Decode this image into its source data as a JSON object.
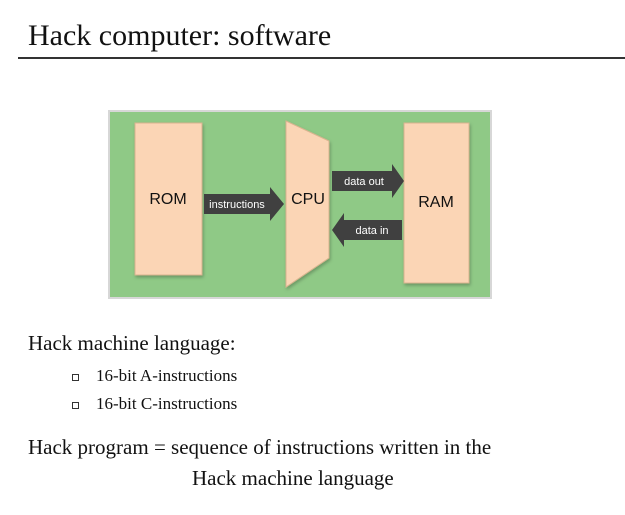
{
  "slide": {
    "title": "Hack computer: software"
  },
  "diagram": {
    "blocks": {
      "rom": "ROM",
      "cpu": "CPU",
      "ram": "RAM"
    },
    "arrows": {
      "instructions": "instructions",
      "data_out": "data out",
      "data_in": "data in"
    },
    "colors": {
      "background": "#8fc986",
      "background_border": "#d7d7d7",
      "block_fill": "#fbd5b5",
      "block_border": "#d9b48f",
      "arrow": "#404040"
    }
  },
  "language": {
    "heading": "Hack machine language:",
    "bullets": [
      "16-bit A-instructions",
      "16-bit C-instructions"
    ],
    "bullet_icon": "hollow-square-icon"
  },
  "definition": {
    "line1": "Hack program = sequence of instructions written in the",
    "line2": "Hack machine language"
  }
}
